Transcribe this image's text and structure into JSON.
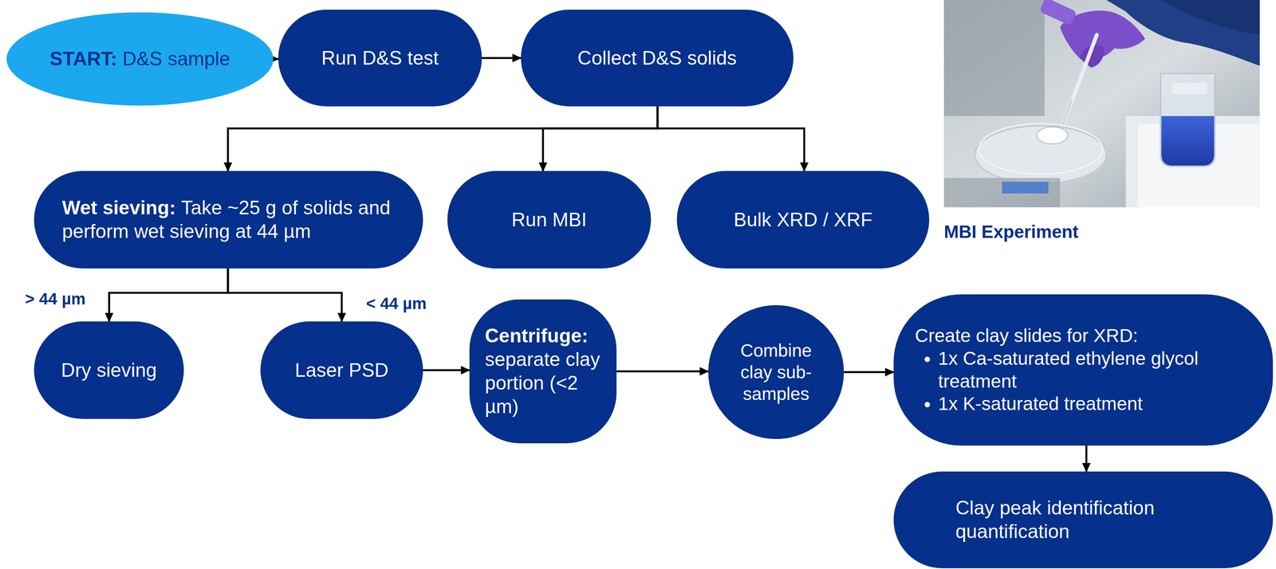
{
  "diagram": {
    "nodes": [
      {
        "text": [
          "START:",
          "D&S sample"
        ]
      },
      {
        "text": [
          "Run D&S test"
        ]
      },
      {
        "text": [
          "Collect D&S solids"
        ]
      },
      {
        "text": [
          "Wet sieving:",
          "Take ~25 g of solids and perform wet sieving at 44 µm"
        ]
      },
      {
        "text": [
          "Run MBI"
        ]
      },
      {
        "text": [
          "Bulk XRD / XRF"
        ]
      },
      {
        "text": [
          "Dry sieving"
        ]
      },
      {
        "text": [
          "Laser PSD"
        ]
      },
      {
        "text": [
          "Centrifuge:",
          "separate clay portion (<2 µm)"
        ]
      },
      {
        "text": [
          "Combine clay sub-samples"
        ]
      },
      {
        "text": [
          "Create clay slides for XRD:",
          "1x Ca-saturated ethylene glycol treatment",
          "1x K-saturated treatment"
        ]
      },
      {
        "text": [
          "Clay peak identification quantification"
        ]
      }
    ],
    "edges": [
      {
        "from": 0,
        "to": 1,
        "arrow": "to"
      },
      {
        "from": 1,
        "to": 2,
        "arrow": "to"
      },
      {
        "from": 2,
        "to": 3,
        "arrow": "to"
      },
      {
        "from": 2,
        "to": 4,
        "arrow": "to"
      },
      {
        "from": 2,
        "to": 5,
        "arrow": "to"
      },
      {
        "from": 3,
        "to": 6,
        "label": "> 44 µm",
        "arrow": "to"
      },
      {
        "from": 3,
        "to": 7,
        "label": "< 44 µm",
        "arrow": "to"
      },
      {
        "from": 7,
        "to": 8,
        "arrow": "to"
      },
      {
        "from": 8,
        "to": 9,
        "arrow": "to"
      },
      {
        "from": 9,
        "to": 10,
        "arrow": "to"
      },
      {
        "from": 10,
        "to": 11,
        "arrow": "to"
      }
    ],
    "labels": [
      "MBI Experiment"
    ]
  }
}
